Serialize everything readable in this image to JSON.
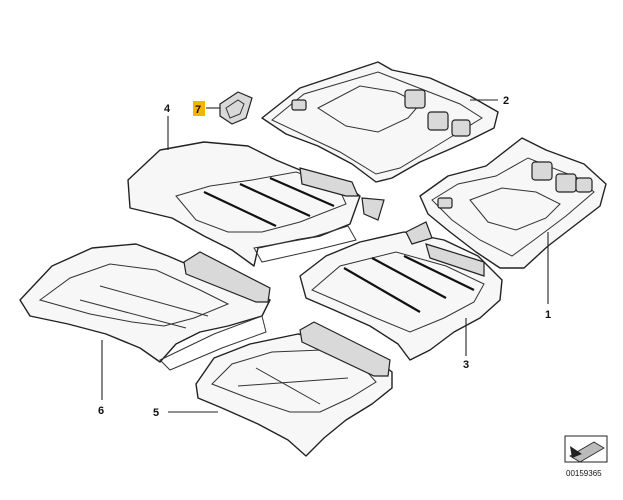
{
  "callouts": {
    "c1": "1",
    "c2": "2",
    "c3": "3",
    "c4": "4",
    "c5": "5",
    "c6": "6",
    "c7": "7"
  },
  "reference_number": "00159365",
  "highlight_color": "#f4b400"
}
